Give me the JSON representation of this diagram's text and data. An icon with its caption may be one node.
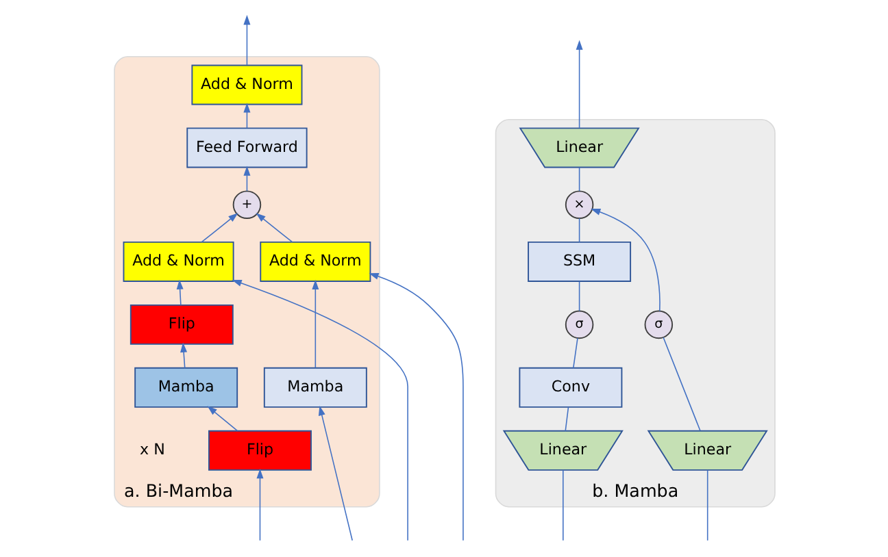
{
  "diagram": {
    "nodes": [
      {
        "text": [
          "a. Bi-Mamba"
        ]
      },
      {
        "text": [
          "Add & Norm"
        ],
        "in": 0
      },
      {
        "text": [
          "Feed Forward"
        ],
        "in": 0
      },
      {
        "text": [
          "+"
        ],
        "in": 0
      },
      {
        "text": [
          "Add & Norm"
        ],
        "in": 0
      },
      {
        "text": [
          "Add & Norm"
        ],
        "in": 0
      },
      {
        "text": [
          "Mamba"
        ],
        "in": 0
      },
      {
        "text": [
          "Flip"
        ],
        "in": 0
      },
      {
        "text": [
          "Mamba"
        ],
        "in": 0
      },
      {
        "text": [
          "Flip"
        ],
        "in": 0
      },
      {
        "text": [
          "b. Mamba"
        ]
      },
      {
        "text": [
          "Linear"
        ],
        "in": 10
      },
      {
        "text": [
          "×"
        ],
        "in": 10
      },
      {
        "text": [
          "SSM"
        ],
        "in": 10
      },
      {
        "text": [
          "σ"
        ],
        "in": 10
      },
      {
        "text": [
          "Conv"
        ],
        "in": 10
      },
      {
        "text": [
          "Linear"
        ],
        "in": 10
      },
      {
        "text": [
          "Linear"
        ],
        "in": 10
      },
      {
        "text": [
          "σ"
        ],
        "in": 10
      }
    ],
    "edges": [
      {
        "from": null,
        "to": 4,
        "arrow": "to"
      },
      {
        "from": null,
        "to": 5,
        "arrow": "to"
      },
      {
        "from": null,
        "to": 6,
        "arrow": "to"
      },
      {
        "from": null,
        "to": 9,
        "arrow": "to"
      },
      {
        "from": 9,
        "to": 8,
        "arrow": "to"
      },
      {
        "from": 8,
        "to": 7,
        "arrow": "to"
      },
      {
        "from": 7,
        "to": 5,
        "arrow": "to"
      },
      {
        "from": 6,
        "to": 4,
        "arrow": "to"
      },
      {
        "from": 4,
        "to": 3,
        "arrow": "to"
      },
      {
        "from": 5,
        "to": 3,
        "arrow": "to"
      },
      {
        "from": 3,
        "to": 2,
        "arrow": "to"
      },
      {
        "from": 2,
        "to": 1,
        "arrow": "to"
      },
      {
        "from": 1,
        "to": null,
        "arrow": "to"
      },
      {
        "from": null,
        "to": 16,
        "arrow": "none"
      },
      {
        "from": null,
        "to": 17,
        "arrow": "none"
      },
      {
        "from": 16,
        "to": 15,
        "arrow": "none"
      },
      {
        "from": 15,
        "to": 14,
        "arrow": "none"
      },
      {
        "from": 14,
        "to": 13,
        "arrow": "none"
      },
      {
        "from": 13,
        "to": 12,
        "arrow": "none"
      },
      {
        "from": 12,
        "to": 11,
        "arrow": "none"
      },
      {
        "from": 11,
        "to": null,
        "arrow": "to"
      },
      {
        "from": 17,
        "to": 18,
        "arrow": "none"
      },
      {
        "from": 18,
        "to": 12,
        "arrow": "to"
      }
    ],
    "labels": [
      "x N"
    ]
  }
}
